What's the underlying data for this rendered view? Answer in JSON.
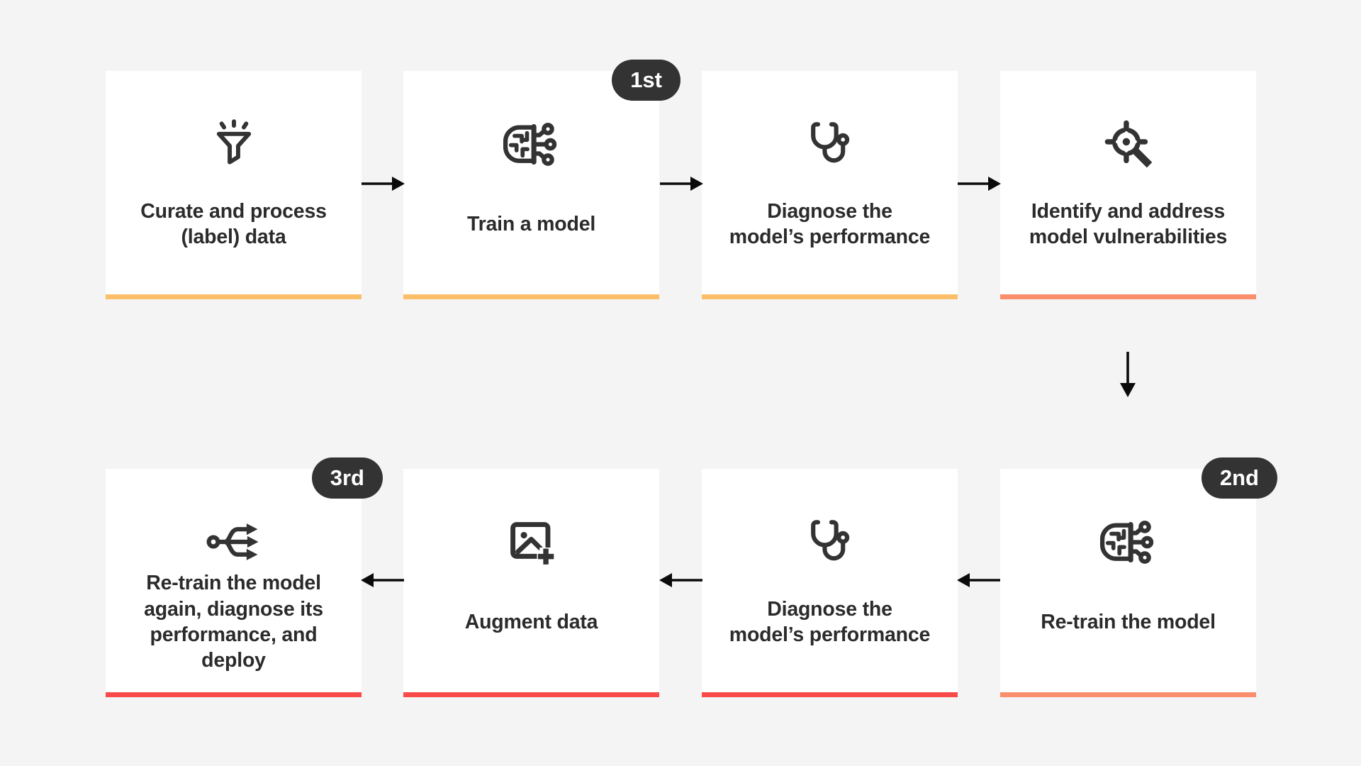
{
  "flow": {
    "background": "#f4f4f4",
    "card_bg": "#ffffff",
    "text_color": "#2b2b2b",
    "icon_color": "#333333",
    "arrow_color": "#0b0b0b",
    "badge_bg": "#333333",
    "badge_text_color": "#ffffff",
    "accent_colors": {
      "amber": "#FBBF69",
      "salmon": "#FB8F6D",
      "red": "#F94A4A"
    },
    "cards": [
      {
        "label": "Curate and process\n(label) data",
        "icon": "funnel-sparks-icon",
        "accent": "#FBBF69",
        "badge": ""
      },
      {
        "label": "Train a model",
        "icon": "brain-circuit-icon",
        "accent": "#FBBF69",
        "badge": "1st"
      },
      {
        "label": "Diagnose the\nmodel’s performance",
        "icon": "stethoscope-icon",
        "accent": "#FBBF69",
        "badge": ""
      },
      {
        "label": "Identify and address\nmodel vulnerabilities",
        "icon": "target-search-icon",
        "accent": "#FB8F6D",
        "badge": ""
      },
      {
        "label": "Re-train the model",
        "icon": "brain-circuit-icon",
        "accent": "#FB8F6D",
        "badge": "2nd"
      },
      {
        "label": "Diagnose the\nmodel’s performance",
        "icon": "stethoscope-icon",
        "accent": "#F94A4A",
        "badge": ""
      },
      {
        "label": "Augment data",
        "icon": "image-plus-icon",
        "accent": "#F94A4A",
        "badge": ""
      },
      {
        "label": "Re-train the model\nagain, diagnose its\nperformance, and deploy",
        "icon": "split-arrows-icon",
        "accent": "#F94A4A",
        "badge": "3rd"
      }
    ]
  }
}
